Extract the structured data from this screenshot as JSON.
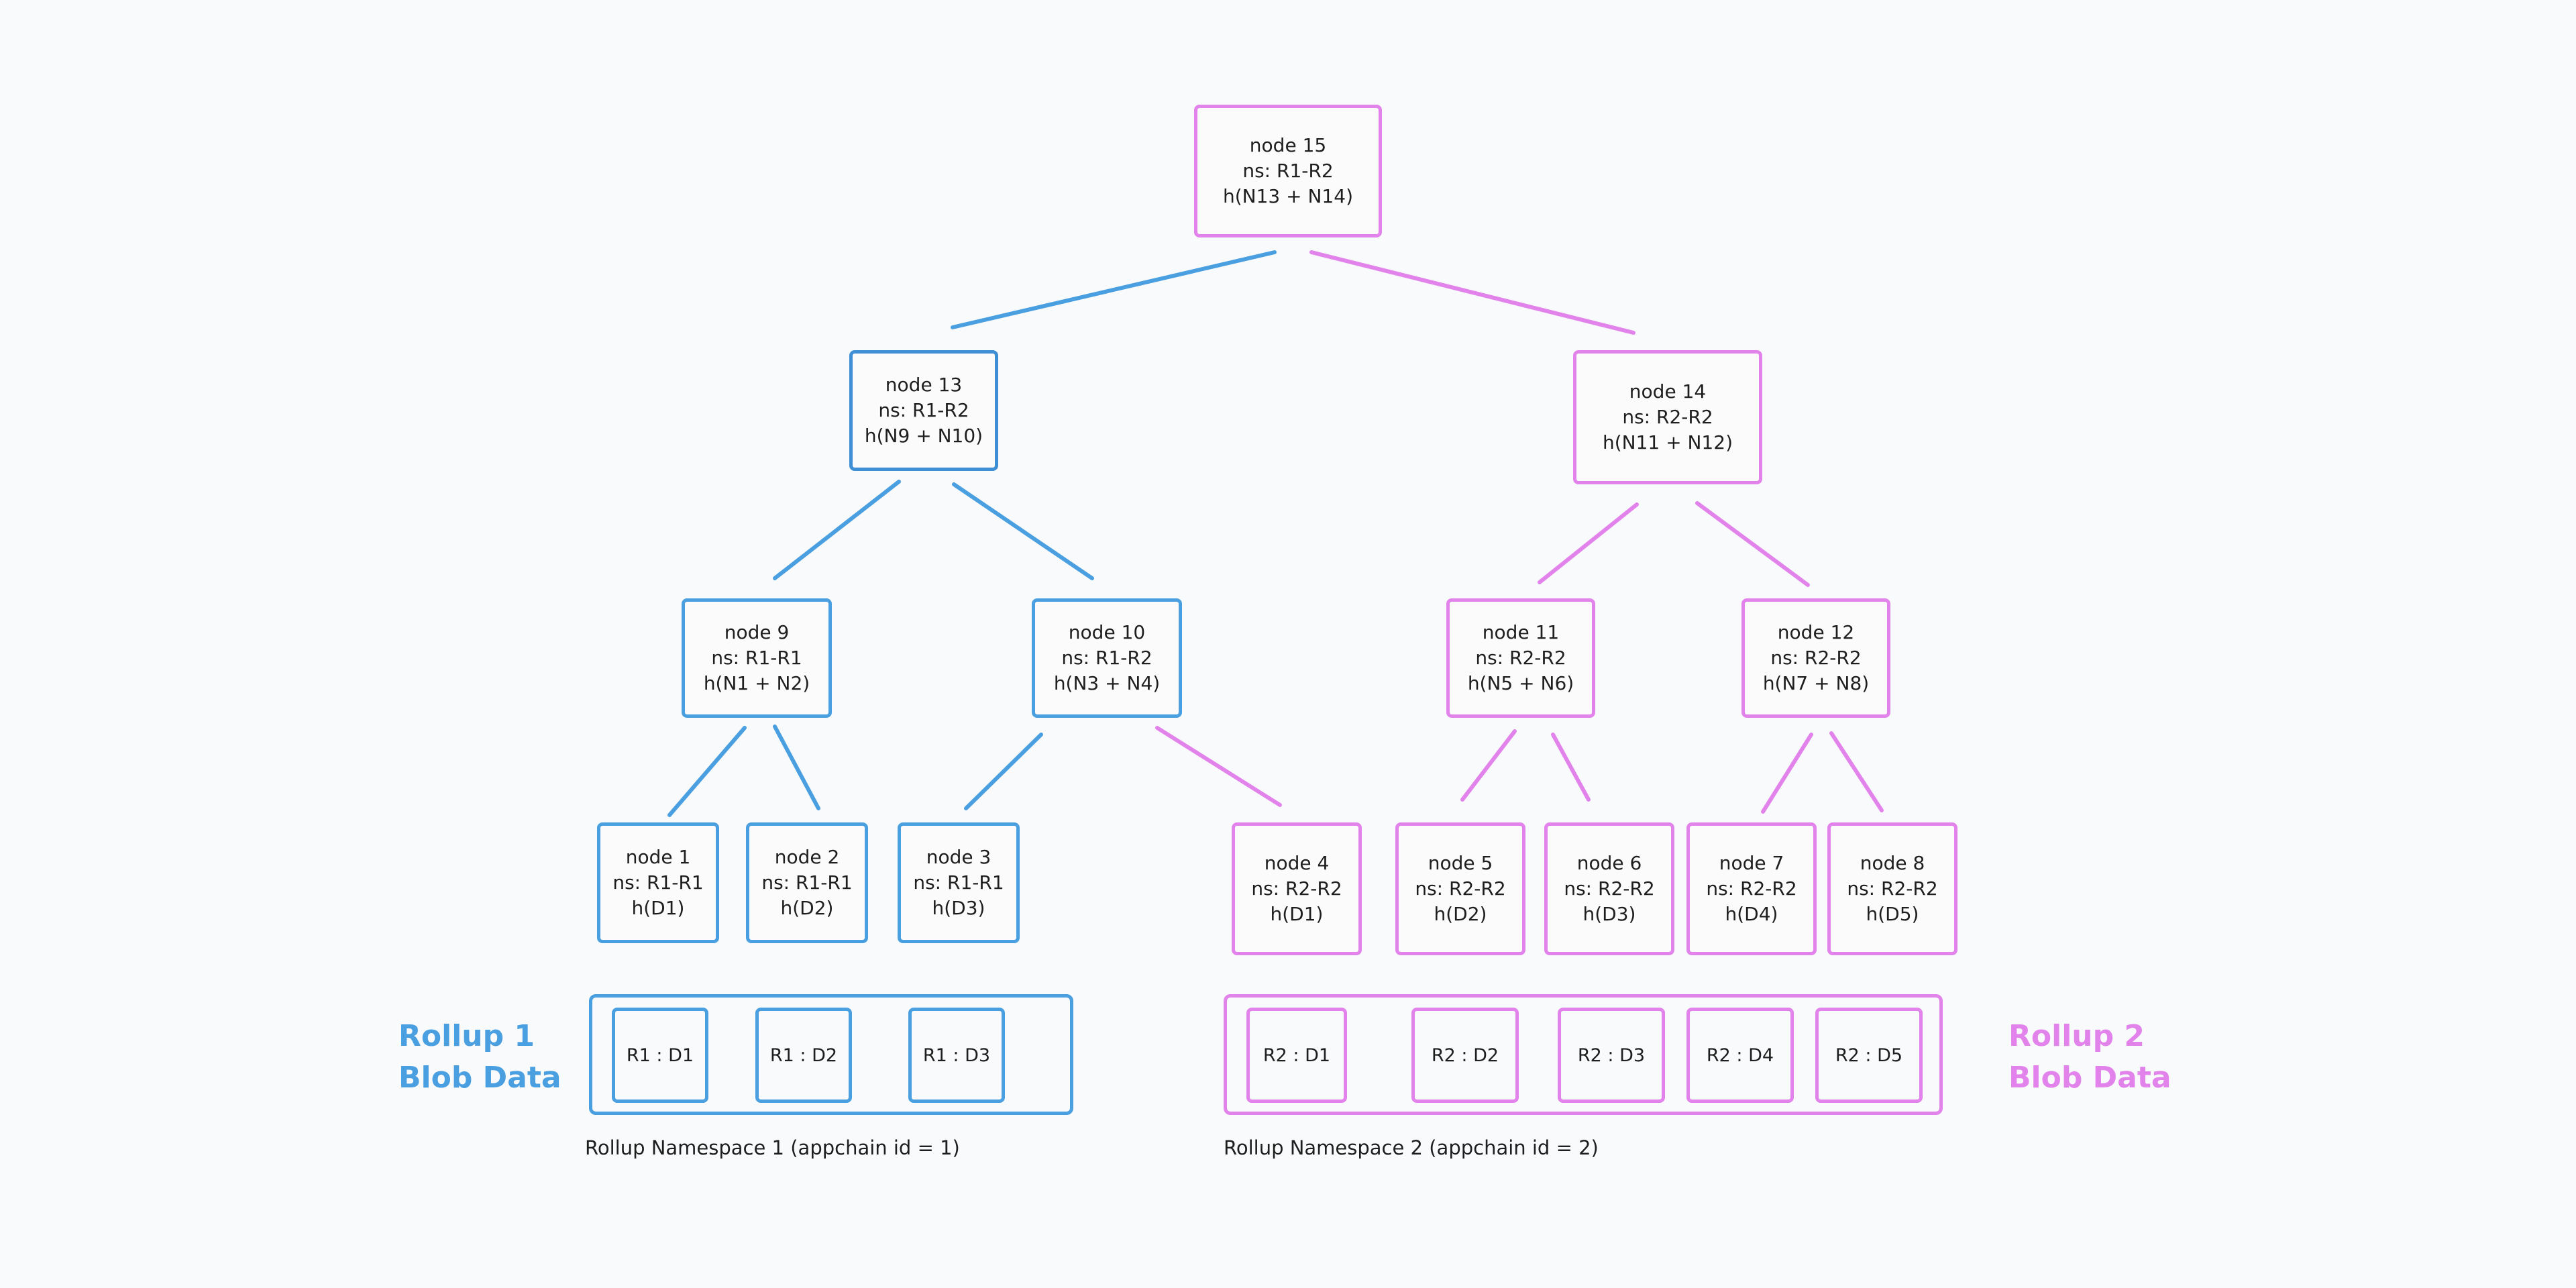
{
  "colors": {
    "rollup1": "#4a9fe0",
    "rollup2": "#e283ec",
    "text": "#1e1e1e",
    "background": "#f9fafb"
  },
  "nodes": {
    "n15": {
      "title": "node 15",
      "ns": "ns: R1-R2",
      "hash": "h(N13 + N14)"
    },
    "n13": {
      "title": "node 13",
      "ns": "ns: R1-R2",
      "hash": "h(N9 + N10)"
    },
    "n14": {
      "title": "node 14",
      "ns": "ns: R2-R2",
      "hash": "h(N11 + N12)"
    },
    "n9": {
      "title": "node 9",
      "ns": "ns: R1-R1",
      "hash": "h(N1 + N2)"
    },
    "n10": {
      "title": "node 10",
      "ns": "ns: R1-R2",
      "hash": "h(N3 + N4)"
    },
    "n11": {
      "title": "node 11",
      "ns": "ns: R2-R2",
      "hash": "h(N5 + N6)"
    },
    "n12": {
      "title": "node 12",
      "ns": "ns: R2-R2",
      "hash": "h(N7 + N8)"
    },
    "n1": {
      "title": "node 1",
      "ns": "ns: R1-R1",
      "hash": "h(D1)"
    },
    "n2": {
      "title": "node 2",
      "ns": "ns: R1-R1",
      "hash": "h(D2)"
    },
    "n3": {
      "title": "node 3",
      "ns": "ns: R1-R1",
      "hash": "h(D3)"
    },
    "n4": {
      "title": "node 4",
      "ns": "ns: R2-R2",
      "hash": "h(D1)"
    },
    "n5": {
      "title": "node 5",
      "ns": "ns: R2-R2",
      "hash": "h(D2)"
    },
    "n6": {
      "title": "node 6",
      "ns": "ns: R2-R2",
      "hash": "h(D3)"
    },
    "n7": {
      "title": "node 7",
      "ns": "ns: R2-R2",
      "hash": "h(D4)"
    },
    "n8": {
      "title": "node 8",
      "ns": "ns: R2-R2",
      "hash": "h(D5)"
    }
  },
  "blobs": {
    "r1": [
      "R1 : D1",
      "R1 : D2",
      "R1 : D3"
    ],
    "r2": [
      "R2 : D1",
      "R2 : D2",
      "R2 : D3",
      "R2 : D4",
      "R2 : D5"
    ]
  },
  "labels": {
    "rollup1_line1": "Rollup 1",
    "rollup1_line2": "Blob Data",
    "rollup2_line1": "Rollup 2",
    "rollup2_line2": "Blob Data",
    "namespace1": "Rollup Namespace 1 (appchain id = 1)",
    "namespace2": "Rollup Namespace 2 (appchain id = 2)"
  }
}
